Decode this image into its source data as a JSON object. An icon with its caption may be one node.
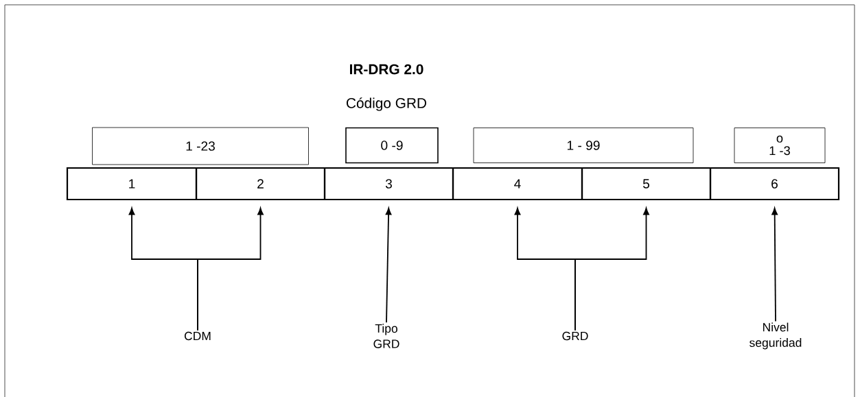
{
  "diagram": {
    "title": "IR-DRG 2.0",
    "nodes": [
      {
        "text": [
          "1 -23"
        ]
      },
      {
        "text": [
          "0 -9"
        ]
      },
      {
        "text": [
          "1 - 99"
        ]
      },
      {
        "text": [
          "o",
          "1 -3"
        ]
      },
      {
        "text": [
          "1"
        ]
      },
      {
        "text": [
          "2"
        ]
      },
      {
        "text": [
          "3"
        ]
      },
      {
        "text": [
          "4"
        ]
      },
      {
        "text": [
          "5"
        ]
      },
      {
        "text": [
          "6"
        ]
      },
      {
        "text": [
          "CDM"
        ]
      },
      {
        "text": [
          "Tipo GRD"
        ]
      },
      {
        "text": [
          "GRD"
        ]
      },
      {
        "text": [
          "Nivel seguridad"
        ]
      }
    ],
    "edges": [
      {
        "from": 10,
        "to": 4,
        "arrow": "to"
      },
      {
        "from": 10,
        "to": 5,
        "arrow": "to"
      },
      {
        "from": 11,
        "to": 6,
        "arrow": "to"
      },
      {
        "from": 12,
        "to": 7,
        "arrow": "to"
      },
      {
        "from": 12,
        "to": 8,
        "arrow": "to"
      },
      {
        "from": 13,
        "to": 9,
        "arrow": "to"
      }
    ],
    "labels": [
      "Código GRD"
    ]
  }
}
